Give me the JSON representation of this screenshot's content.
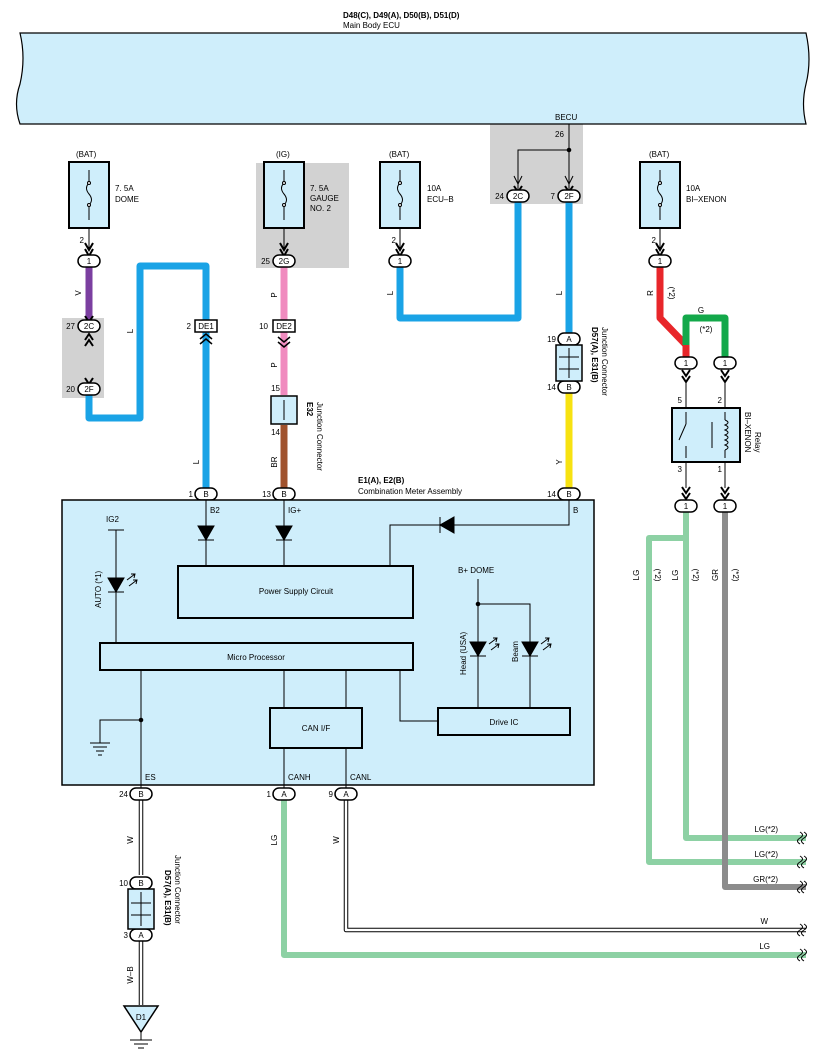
{
  "ecu": {
    "ids": "D48(C), D49(A), D50(B), D51(D)",
    "name": "Main Body ECU",
    "becu": "BECU",
    "pin26": "26"
  },
  "fuses": {
    "dome": {
      "source": "(BAT)",
      "amp": "7. 5A",
      "name": "DOME"
    },
    "gauge": {
      "source": "(IG)",
      "amp": "7. 5A",
      "name1": "GAUGE",
      "name2": "NO. 2"
    },
    "ecub": {
      "source": "(BAT)",
      "amp": "10A",
      "name": "ECU–B"
    },
    "xenon": {
      "source": "(BAT)",
      "amp": "10A",
      "name": "BI–XENON"
    }
  },
  "pins": {
    "p2a": "2",
    "p2b": "2",
    "p2c": "2",
    "p25": "25",
    "p27": "27",
    "p20": "20",
    "p10a": "10",
    "p15": "15",
    "p14a": "14",
    "p24a": "24",
    "p7": "7",
    "p19": "19",
    "p14b": "14",
    "p5": "5",
    "p2d": "2",
    "p3": "3",
    "p1": "1",
    "p1b": "1",
    "p13": "13",
    "p14c": "14",
    "p24b": "24",
    "p1c": "1",
    "p9": "9",
    "p10b": "10",
    "p3b": "3"
  },
  "circles": {
    "c1": "1",
    "c2g": "2G",
    "c1b": "1",
    "c2c": "2C",
    "c2f": "2F",
    "c2c_b": "2C",
    "c2f_b": "2F",
    "ca": "A",
    "c1x": "1",
    "c1y": "1",
    "c1z": "1",
    "c1w": "1",
    "b1": "B",
    "b2": "B",
    "b3": "B",
    "b4": "B",
    "a1": "A",
    "a2": "A",
    "b5": "B",
    "a3": "A",
    "d1": "D1"
  },
  "connectors": {
    "de1": "DE1",
    "de2": "DE2"
  },
  "wires": {
    "V": "V",
    "L1": "L",
    "L2": "L",
    "P1": "P",
    "P2": "P",
    "BR": "BR",
    "L3": "L",
    "L4": "L",
    "Y": "Y",
    "R": "R",
    "R2": "(*2)",
    "G": "G",
    "G2": "(*2)",
    "LG_a": "LG",
    "LG_a2": "(*2)",
    "LG_b": "LG",
    "LG_b2": "(*2)",
    "GR": "GR",
    "GR2": "(*2)",
    "W1": "W",
    "LG1": "LG",
    "W2": "W",
    "WB": "W–B"
  },
  "junctions": {
    "e32_id": "E32",
    "e32_name": "Junction Connector",
    "d57_top_id": "D57(A), E31(B)",
    "d57_top_name": "Junction Connector",
    "d57_bot_id": "D57(A), E31(B)",
    "d57_bot_name": "Junction Connector"
  },
  "relay": {
    "name": "BI–XENON",
    "sub": "Relay"
  },
  "meter": {
    "ids": "E1(A), E2(B)",
    "name": "Combination Meter Assembly",
    "b2": "B2",
    "igplus": "IG+",
    "b": "B",
    "ig2": "IG2",
    "auto": "AUTO (*1)",
    "psc": "Power Supply Circuit",
    "bdome": "B+ DOME",
    "head": "Head (USA)",
    "beam": "Beam",
    "micro": "Micro Processor",
    "can": "CAN I/F",
    "drive": "Drive IC",
    "es": "ES",
    "canh": "CANH",
    "canl": "CANL"
  },
  "right_labels": {
    "lg1": "LG(*2)",
    "lg2": "LG(*2)",
    "gr": "GR(*2)",
    "w": "W",
    "lg": "LG"
  },
  "colors": {
    "ecu_fill": "#cfeefb",
    "gray": "#d2d2d2",
    "blue_wire": "#1aa3e6",
    "violet": "#7b3fa0",
    "pink": "#f08bbf",
    "brown": "#a0522d",
    "yellow": "#f7e211",
    "red": "#e8262a",
    "green": "#13a84a",
    "light_green": "#8dd1a4",
    "wire_gray": "#8c8c8c"
  }
}
